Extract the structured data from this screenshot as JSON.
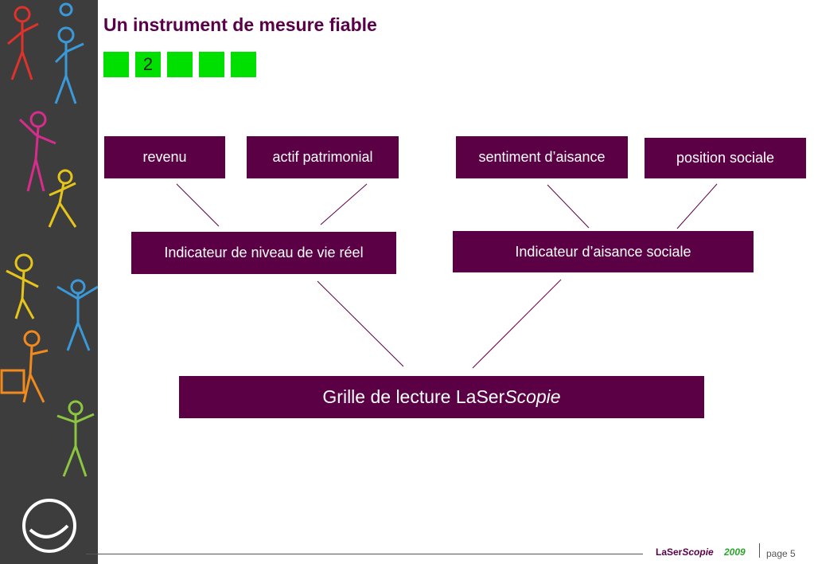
{
  "slide": {
    "title": "Un instrument de mesure fiable",
    "steps": [
      "",
      "2",
      "",
      "",
      ""
    ],
    "boxes": {
      "revenu": "revenu",
      "actif": "actif patrimonial",
      "sentiment": "sentiment d’aisance",
      "position": "position sociale",
      "niveau_vie": "Indicateur de niveau de vie réel",
      "aisance_sociale": "Indicateur d’aisance sociale",
      "grille_prefix": "Grille de lecture LaSer",
      "grille_italic": "Scopie"
    }
  },
  "footer": {
    "brand_prefix": "LaSer",
    "brand_italic": "Scopie",
    "year": "2009",
    "page": "page 5"
  },
  "colors": {
    "accent": "#5c0046",
    "step_green": "#00e000",
    "sidebar": "#3d3d3d"
  },
  "icons": [
    "stick-figure-decoration-icon",
    "laserscopie-logo-icon"
  ]
}
